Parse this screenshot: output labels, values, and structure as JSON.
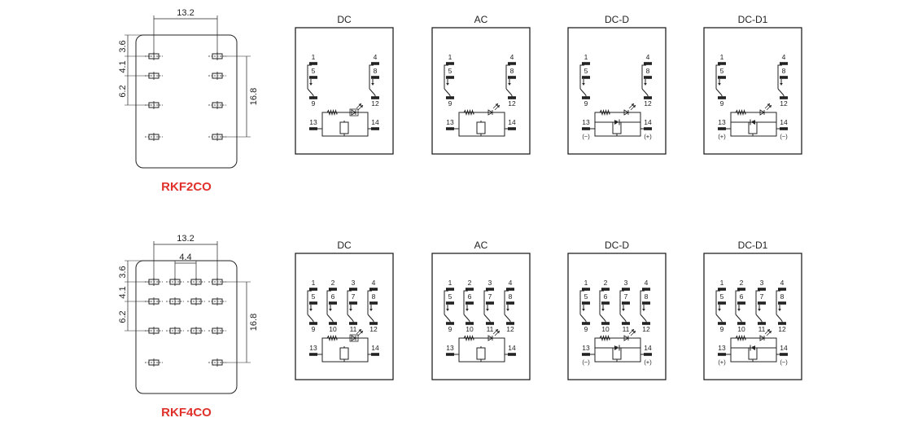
{
  "colors": {
    "accent": "#e0312b",
    "ink": "#222222"
  },
  "rows": [
    {
      "model": "RKF2CO",
      "poles": 2,
      "dims": {
        "width": "13.2",
        "pitch": "",
        "side": [
          "3.6",
          "4.1",
          "6.2"
        ],
        "height": "16.8"
      },
      "diagrams": [
        {
          "title": "DC",
          "type": "DC",
          "poles": [
            [
              "1",
              "5",
              "9"
            ],
            [
              "4",
              "8",
              "12"
            ]
          ],
          "coil": [
            "13",
            "14"
          ],
          "polarity": [
            "",
            ""
          ]
        },
        {
          "title": "AC",
          "type": "AC",
          "poles": [
            [
              "1",
              "5",
              "9"
            ],
            [
              "4",
              "8",
              "12"
            ]
          ],
          "coil": [
            "13",
            "14"
          ],
          "polarity": [
            "",
            ""
          ]
        },
        {
          "title": "DC-D",
          "type": "DCD",
          "poles": [
            [
              "1",
              "5",
              "9"
            ],
            [
              "4",
              "8",
              "12"
            ]
          ],
          "coil": [
            "13",
            "14"
          ],
          "polarity": [
            "(−)",
            "(+)"
          ]
        },
        {
          "title": "DC-D1",
          "type": "DCD1",
          "poles": [
            [
              "1",
              "5",
              "9"
            ],
            [
              "4",
              "8",
              "12"
            ]
          ],
          "coil": [
            "13",
            "14"
          ],
          "polarity": [
            "(+)",
            "(−)"
          ]
        }
      ]
    },
    {
      "model": "RKF4CO",
      "poles": 4,
      "dims": {
        "width": "13.2",
        "pitch": "4.4",
        "side": [
          "3.6",
          "4.1",
          "6.2"
        ],
        "height": "16.8"
      },
      "diagrams": [
        {
          "title": "DC",
          "type": "DC",
          "poles": [
            [
              "1",
              "5",
              "9"
            ],
            [
              "2",
              "6",
              "10"
            ],
            [
              "3",
              "7",
              "11"
            ],
            [
              "4",
              "8",
              "12"
            ]
          ],
          "coil": [
            "13",
            "14"
          ],
          "polarity": [
            "",
            ""
          ]
        },
        {
          "title": "AC",
          "type": "AC",
          "poles": [
            [
              "1",
              "5",
              "9"
            ],
            [
              "2",
              "6",
              "10"
            ],
            [
              "3",
              "7",
              "11"
            ],
            [
              "4",
              "8",
              "12"
            ]
          ],
          "coil": [
            "13",
            "14"
          ],
          "polarity": [
            "",
            ""
          ]
        },
        {
          "title": "DC-D",
          "type": "DCD",
          "poles": [
            [
              "1",
              "5",
              "9"
            ],
            [
              "2",
              "6",
              "10"
            ],
            [
              "3",
              "7",
              "11"
            ],
            [
              "4",
              "8",
              "12"
            ]
          ],
          "coil": [
            "13",
            "14"
          ],
          "polarity": [
            "(−)",
            "(+)"
          ]
        },
        {
          "title": "DC-D1",
          "type": "DCD1",
          "poles": [
            [
              "1",
              "5",
              "9"
            ],
            [
              "2",
              "6",
              "10"
            ],
            [
              "3",
              "7",
              "11"
            ],
            [
              "4",
              "8",
              "12"
            ]
          ],
          "coil": [
            "13",
            "14"
          ],
          "polarity": [
            "(+)",
            "(−)"
          ]
        }
      ]
    }
  ]
}
